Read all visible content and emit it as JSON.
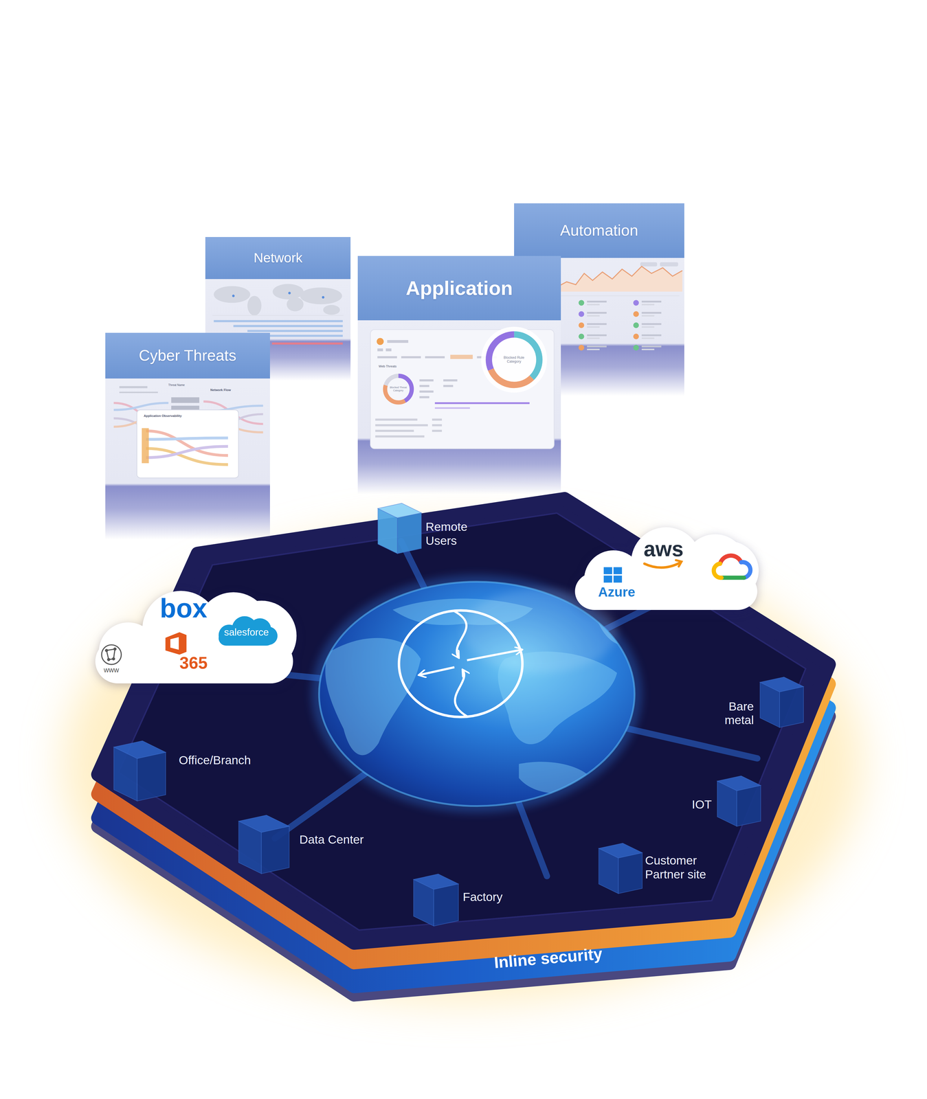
{
  "diagram": {
    "nodes": [
      {
        "text": [
          "Cyber Threats"
        ]
      },
      {
        "text": [
          "Network"
        ]
      },
      {
        "text": [
          "Application"
        ]
      },
      {
        "text": [
          "Automation"
        ]
      },
      {
        "text": [
          "Remote Users"
        ]
      },
      {
        "text": [
          "aws",
          "Azure"
        ]
      },
      {
        "text": [
          "box",
          "365",
          "www"
        ]
      },
      {
        "text": [
          "salesforce"
        ],
        "in": 6
      },
      {
        "text": [
          "Bare metal"
        ]
      },
      {
        "text": [
          "Office/Branch"
        ]
      },
      {
        "text": [
          "IOT"
        ]
      },
      {
        "text": [
          "Data Center"
        ]
      },
      {
        "text": [
          "Customer Partner site"
        ]
      },
      {
        "text": [
          "Factory"
        ]
      },
      {
        "text": [
          "Inline security"
        ]
      }
    ],
    "labels": [
      "Web Threats",
      "Blocked Threat Category",
      "Blocked Rule Category",
      "Threat Name",
      "Network Flow",
      "Application Observability"
    ]
  }
}
